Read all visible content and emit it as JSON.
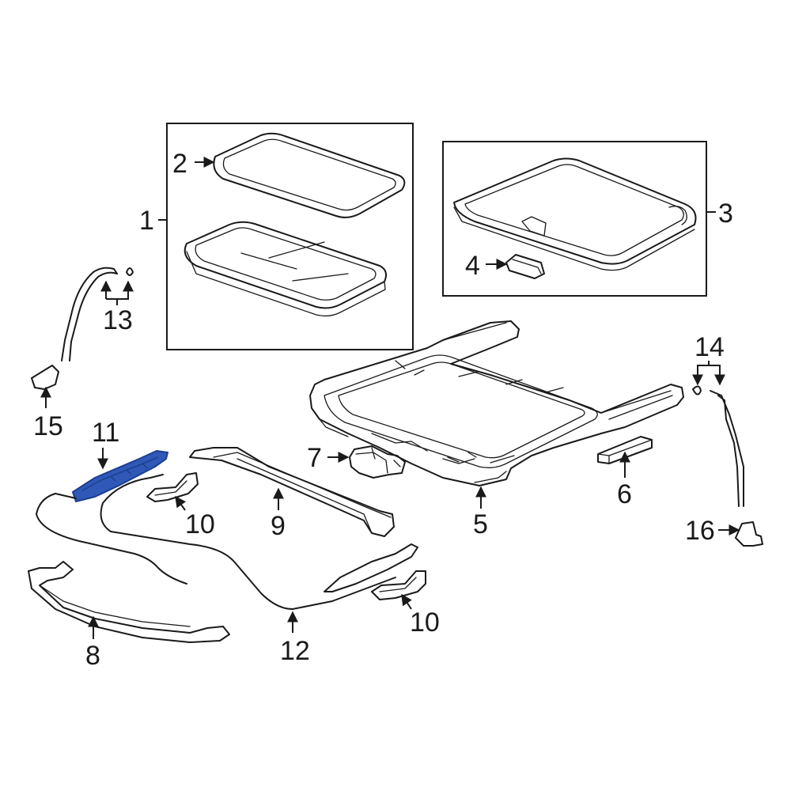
{
  "colors": {
    "line": "#1a1a1a",
    "highlight": "#2f58b8",
    "highlight_dark": "#1c3f8f",
    "background": "#ffffff"
  },
  "callouts": {
    "c1": "1",
    "c2": "2",
    "c3": "3",
    "c4": "4",
    "c5": "5",
    "c6": "6",
    "c7": "7",
    "c8": "8",
    "c9": "9",
    "c10a": "10",
    "c10b": "10",
    "c11": "11",
    "c12": "12",
    "c13": "13",
    "c14": "14",
    "c15": "15",
    "c16": "16"
  }
}
